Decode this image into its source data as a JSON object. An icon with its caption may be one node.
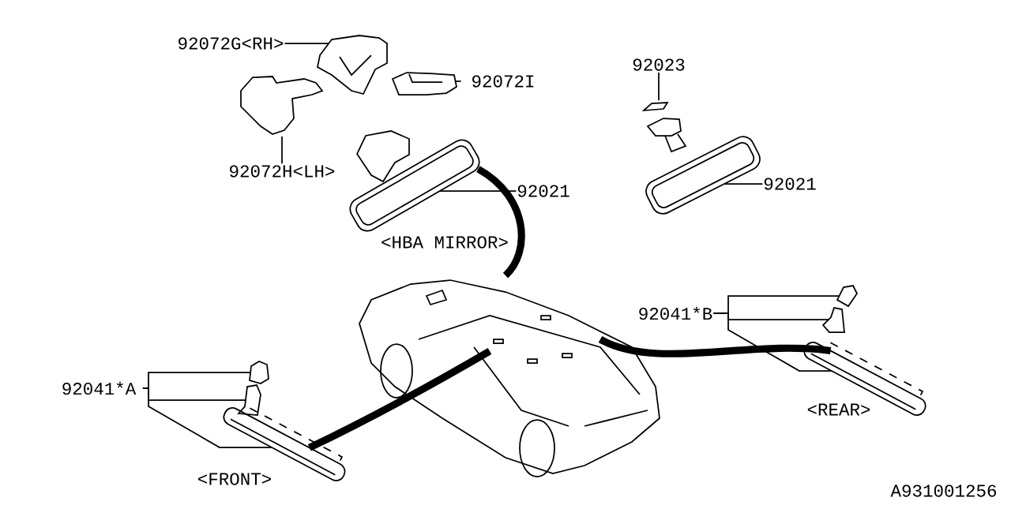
{
  "diagram": {
    "nodes": [
      {
        "text": [
          "92072G<RH>"
        ]
      },
      {
        "text": [],
        "shape": "picture"
      },
      {
        "text": [],
        "shape": "picture"
      },
      {
        "text": [
          "92072H<LH>"
        ]
      },
      {
        "text": [],
        "shape": "picture"
      },
      {
        "text": [
          "92072I"
        ]
      },
      {
        "text": [],
        "shape": "picture"
      },
      {
        "text": [
          "92021"
        ]
      },
      {
        "text": [
          "92023"
        ]
      },
      {
        "text": [],
        "shape": "picture"
      },
      {
        "text": [],
        "shape": "picture"
      },
      {
        "text": [
          "92021"
        ]
      },
      {
        "text": [
          "92041*A"
        ]
      },
      {
        "text": [],
        "shape": "picture"
      },
      {
        "text": [],
        "shape": "picture"
      },
      {
        "text": [],
        "shape": "picture"
      },
      {
        "text": [
          "92041*B"
        ]
      },
      {
        "text": [],
        "shape": "picture"
      },
      {
        "text": [],
        "shape": "picture"
      },
      {
        "text": [],
        "shape": "picture"
      },
      {
        "text": [],
        "shape": "picture"
      }
    ],
    "edges": [
      {
        "from": 0,
        "to": 1,
        "arrow": "none"
      },
      {
        "from": 3,
        "to": 2,
        "arrow": "none"
      },
      {
        "from": 5,
        "to": 4,
        "arrow": "none"
      },
      {
        "from": 7,
        "to": 6,
        "arrow": "none"
      },
      {
        "from": 8,
        "to": 9,
        "arrow": "none"
      },
      {
        "from": 11,
        "to": 10,
        "arrow": "none"
      },
      {
        "from": 12,
        "to": 13,
        "arrow": "none"
      },
      {
        "from": 12,
        "to": 14,
        "arrow": "none"
      },
      {
        "from": 12,
        "to": 15,
        "arrow": "none"
      },
      {
        "from": 16,
        "to": 17,
        "arrow": "none"
      },
      {
        "from": 16,
        "to": 18,
        "arrow": "none"
      },
      {
        "from": 16,
        "to": 19,
        "arrow": "none"
      },
      {
        "from": 20,
        "to": 6,
        "arrow": "none",
        "style": "thick"
      },
      {
        "from": 20,
        "to": 15,
        "arrow": "none",
        "style": "thick"
      },
      {
        "from": 20,
        "to": 19,
        "arrow": "none",
        "style": "thick"
      }
    ],
    "labels": [
      "<HBA MIRROR>",
      "<FRONT>",
      "<REAR>",
      "A931001256"
    ]
  }
}
